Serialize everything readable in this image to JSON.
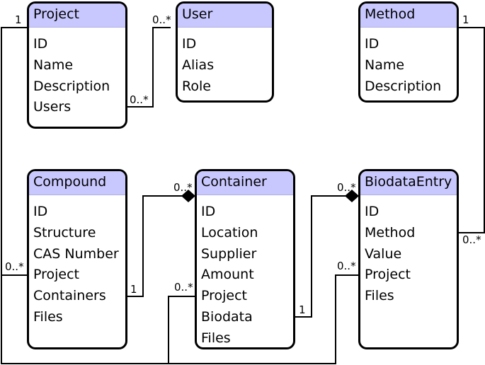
{
  "classes": {
    "project": {
      "name": "Project",
      "attributes": [
        "ID",
        "Name",
        "Description",
        "Users"
      ]
    },
    "user": {
      "name": "User",
      "attributes": [
        "ID",
        "Alias",
        "Role"
      ]
    },
    "method": {
      "name": "Method",
      "attributes": [
        "ID",
        "Name",
        "Description"
      ]
    },
    "compound": {
      "name": "Compound",
      "attributes": [
        "ID",
        "Structure",
        "CAS Number",
        "Project",
        "Containers",
        "Files"
      ]
    },
    "container": {
      "name": "Container",
      "attributes": [
        "ID",
        "Location",
        "Supplier",
        "Amount",
        "Project",
        "Biodata",
        "Files"
      ]
    },
    "biodata": {
      "name": "BiodataEntry",
      "attributes": [
        "ID",
        "Method",
        "Value",
        "Project",
        "Files"
      ]
    }
  },
  "associations": {
    "project_user": {
      "source": "Project.Users",
      "target": "User",
      "source_mult": "0..*",
      "target_mult": "0..*"
    },
    "project_compound": {
      "source": "Project",
      "target": "Compound.Project",
      "source_mult": "1",
      "target_mult": "0..*"
    },
    "method_biodata": {
      "source": "Method",
      "target": "BiodataEntry.Method",
      "source_mult": "1",
      "target_mult": "0..*"
    },
    "compound_container": {
      "source": "Compound.Containers",
      "target": "Container",
      "source_mult": "1",
      "target_mult": "0..*",
      "target_end": "composition"
    },
    "container_biodata": {
      "source": "Container.Biodata",
      "target": "BiodataEntry",
      "source_mult": "1",
      "target_mult": "0..*",
      "target_end": "composition"
    },
    "project_container": {
      "source": "Project",
      "target": "Container.Project",
      "target_mult": "0..*"
    },
    "project_biodata": {
      "source": "Project",
      "target": "BiodataEntry.Project",
      "target_mult": "0..*"
    }
  }
}
